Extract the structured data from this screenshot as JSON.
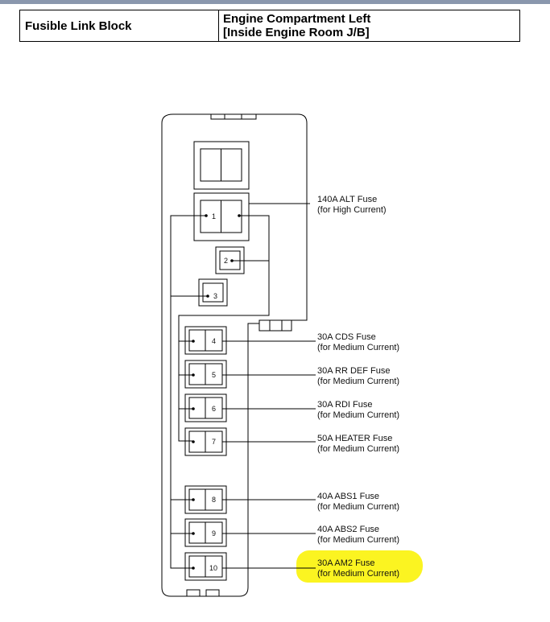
{
  "header": {
    "left_title": "Fusible Link Block",
    "right_line1": "Engine Compartment Left",
    "right_line2": "[Inside Engine Room J/B]"
  },
  "fuses": [
    {
      "num": "1",
      "name": "140A ALT Fuse",
      "current": "(for High Current)"
    },
    {
      "num": "2",
      "name": "",
      "current": ""
    },
    {
      "num": "3",
      "name": "",
      "current": ""
    },
    {
      "num": "4",
      "name": "30A CDS Fuse",
      "current": "(for Medium Current)"
    },
    {
      "num": "5",
      "name": "30A RR DEF Fuse",
      "current": "(for Medium Current)"
    },
    {
      "num": "6",
      "name": "30A RDI Fuse",
      "current": "(for Medium Current)"
    },
    {
      "num": "7",
      "name": "50A HEATER Fuse",
      "current": "(for Medium Current)"
    },
    {
      "num": "8",
      "name": "40A ABS1 Fuse",
      "current": "(for Medium Current)"
    },
    {
      "num": "9",
      "name": "40A ABS2 Fuse",
      "current": "(for Medium Current)"
    },
    {
      "num": "10",
      "name": "30A AM2 Fuse",
      "current": "(for Medium Current)",
      "highlighted": true
    }
  ],
  "colors": {
    "highlight": "#fbf421",
    "line": "#000000"
  }
}
